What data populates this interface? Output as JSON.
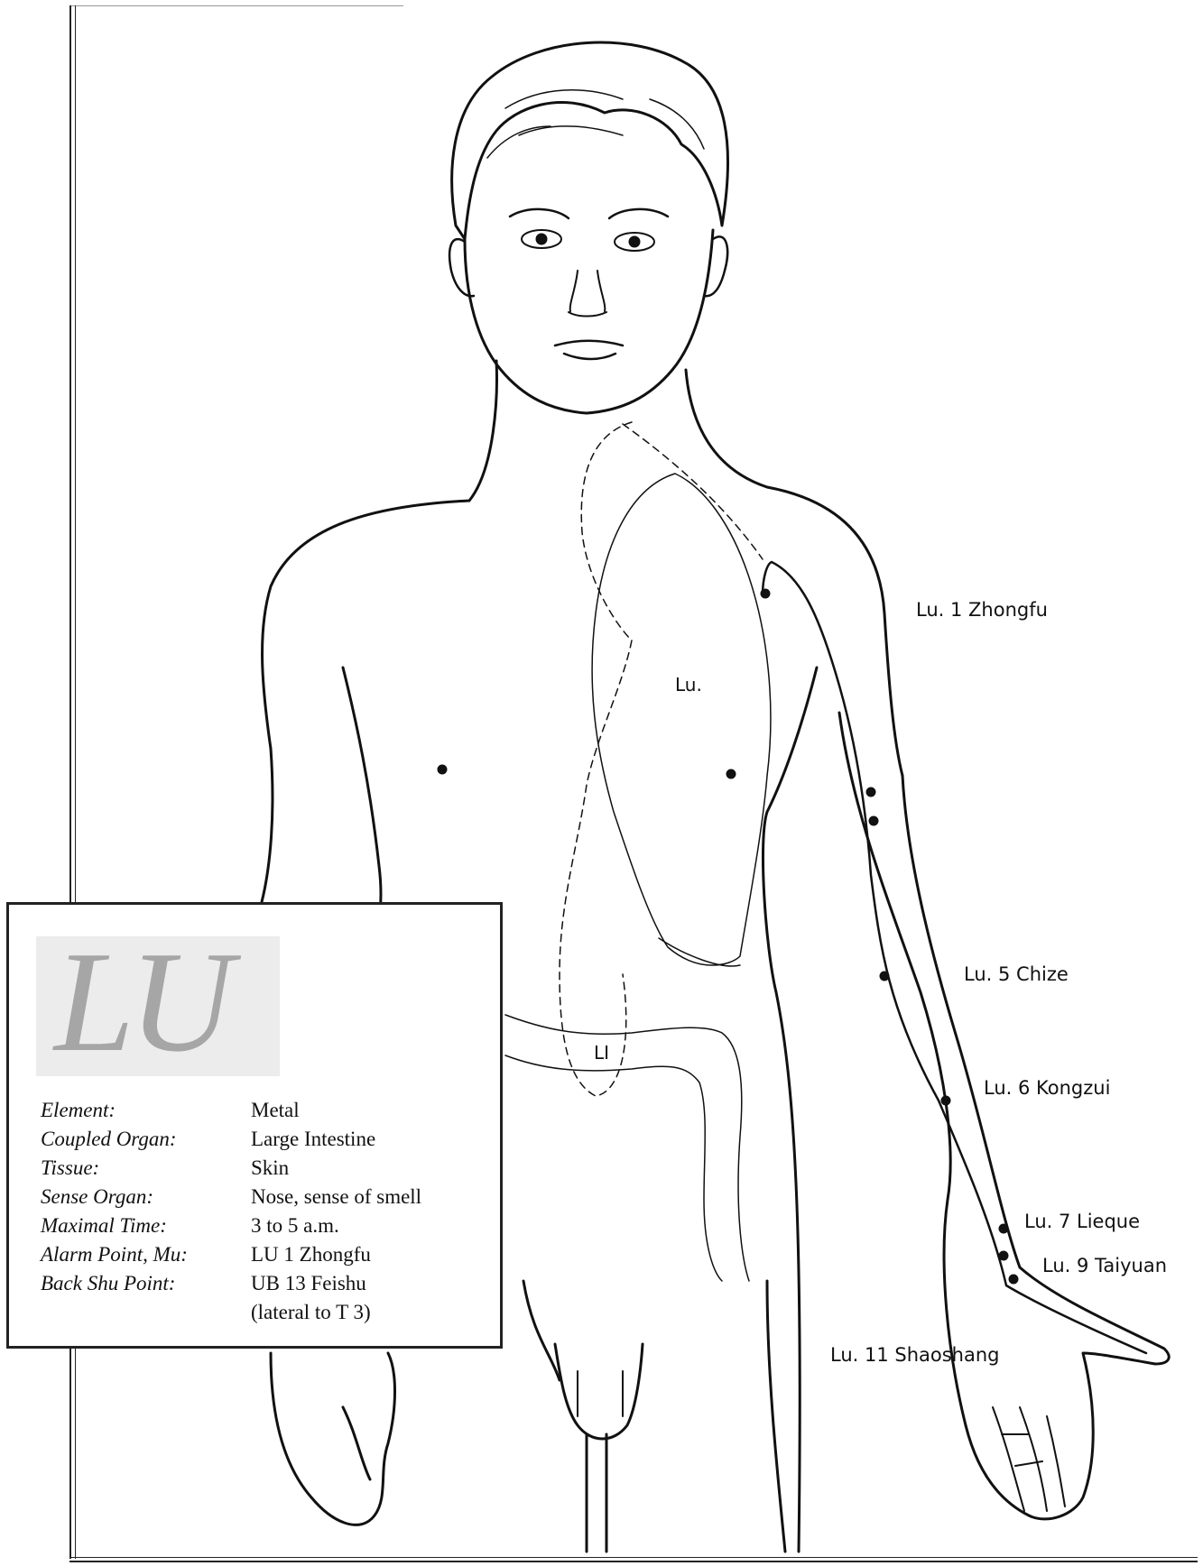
{
  "figure": {
    "organ_label": "Lu.",
    "intestine_label": "LI"
  },
  "points": [
    {
      "id": "lu1",
      "label": "Lu. 1 Zhongfu"
    },
    {
      "id": "lu5",
      "label": "Lu. 5 Chize"
    },
    {
      "id": "lu6",
      "label": "Lu. 6 Kongzui"
    },
    {
      "id": "lu7",
      "label": "Lu. 7 Lieque"
    },
    {
      "id": "lu9",
      "label": "Lu. 9 Taiyuan"
    },
    {
      "id": "lu11",
      "label": "Lu. 11 Shaoshang"
    }
  ],
  "info": {
    "title": "LU",
    "rows": [
      {
        "key": "Element:",
        "value": "Metal"
      },
      {
        "key": "Coupled Organ:",
        "value": "Large Intestine"
      },
      {
        "key": "Tissue:",
        "value": "Skin"
      },
      {
        "key": "Sense Organ:",
        "value": "Nose, sense of smell"
      },
      {
        "key": "Maximal Time:",
        "value": "3 to 5 a.m."
      },
      {
        "key": "Alarm Point, Mu:",
        "value": "LU 1 Zhongfu"
      },
      {
        "key": "Back Shu Point:",
        "value": "UB 13 Feishu"
      },
      {
        "key": "",
        "value": "(lateral to T 3)"
      }
    ]
  },
  "colors": {
    "ink": "#111111",
    "title_gray": "#a6a6a6",
    "title_bg": "#ececec"
  }
}
